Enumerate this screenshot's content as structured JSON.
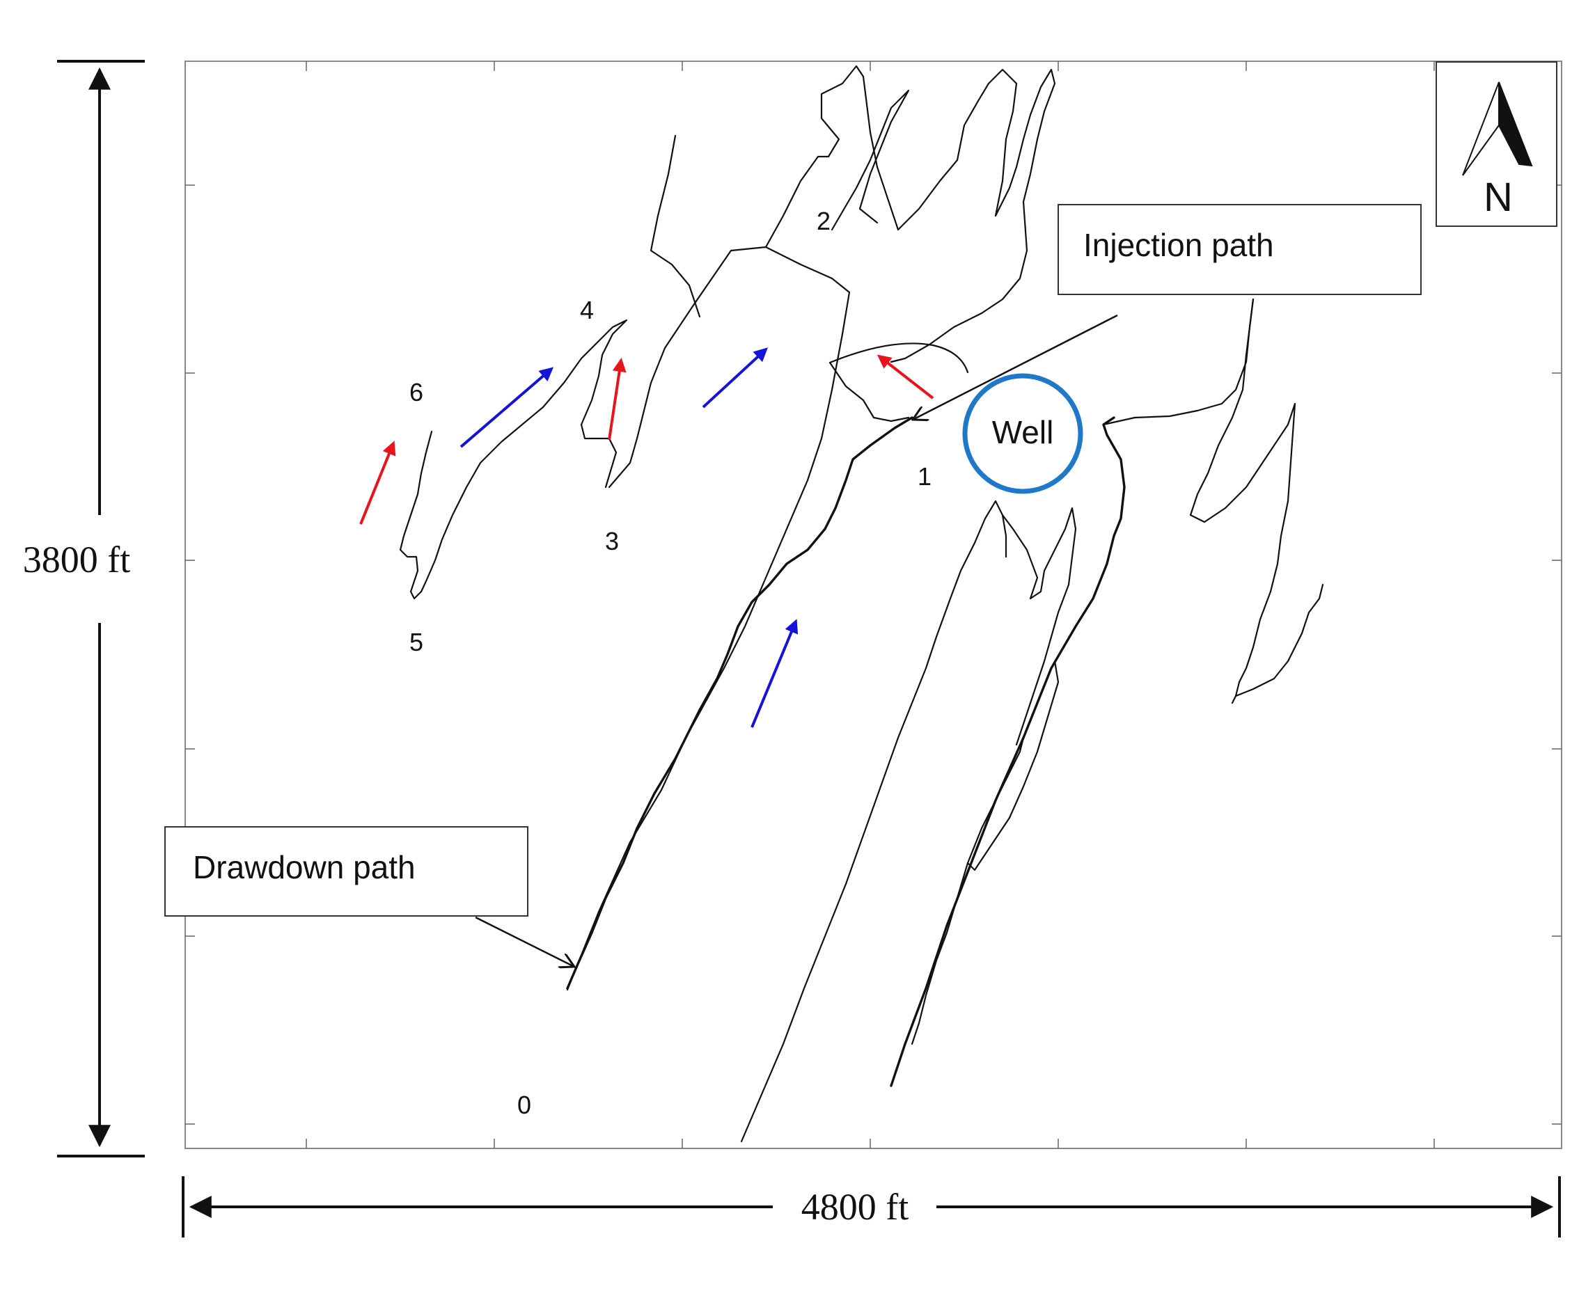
{
  "dimensions": {
    "height_label": "3800 ft",
    "width_label": "4800 ft"
  },
  "labels": {
    "injection_path": "Injection path",
    "drawdown_path": "Drawdown path",
    "well": "Well",
    "north": "N"
  },
  "fracture_nodes": [
    "0",
    "1",
    "2",
    "3",
    "4",
    "5",
    "6"
  ],
  "colors": {
    "fracture": "#111111",
    "well_circle": "#1f78c8",
    "flow_arrow_red": "#e8141b",
    "flow_arrow_blue": "#1414d8"
  },
  "icons": {
    "north_arrow": "north-arrow-icon"
  }
}
